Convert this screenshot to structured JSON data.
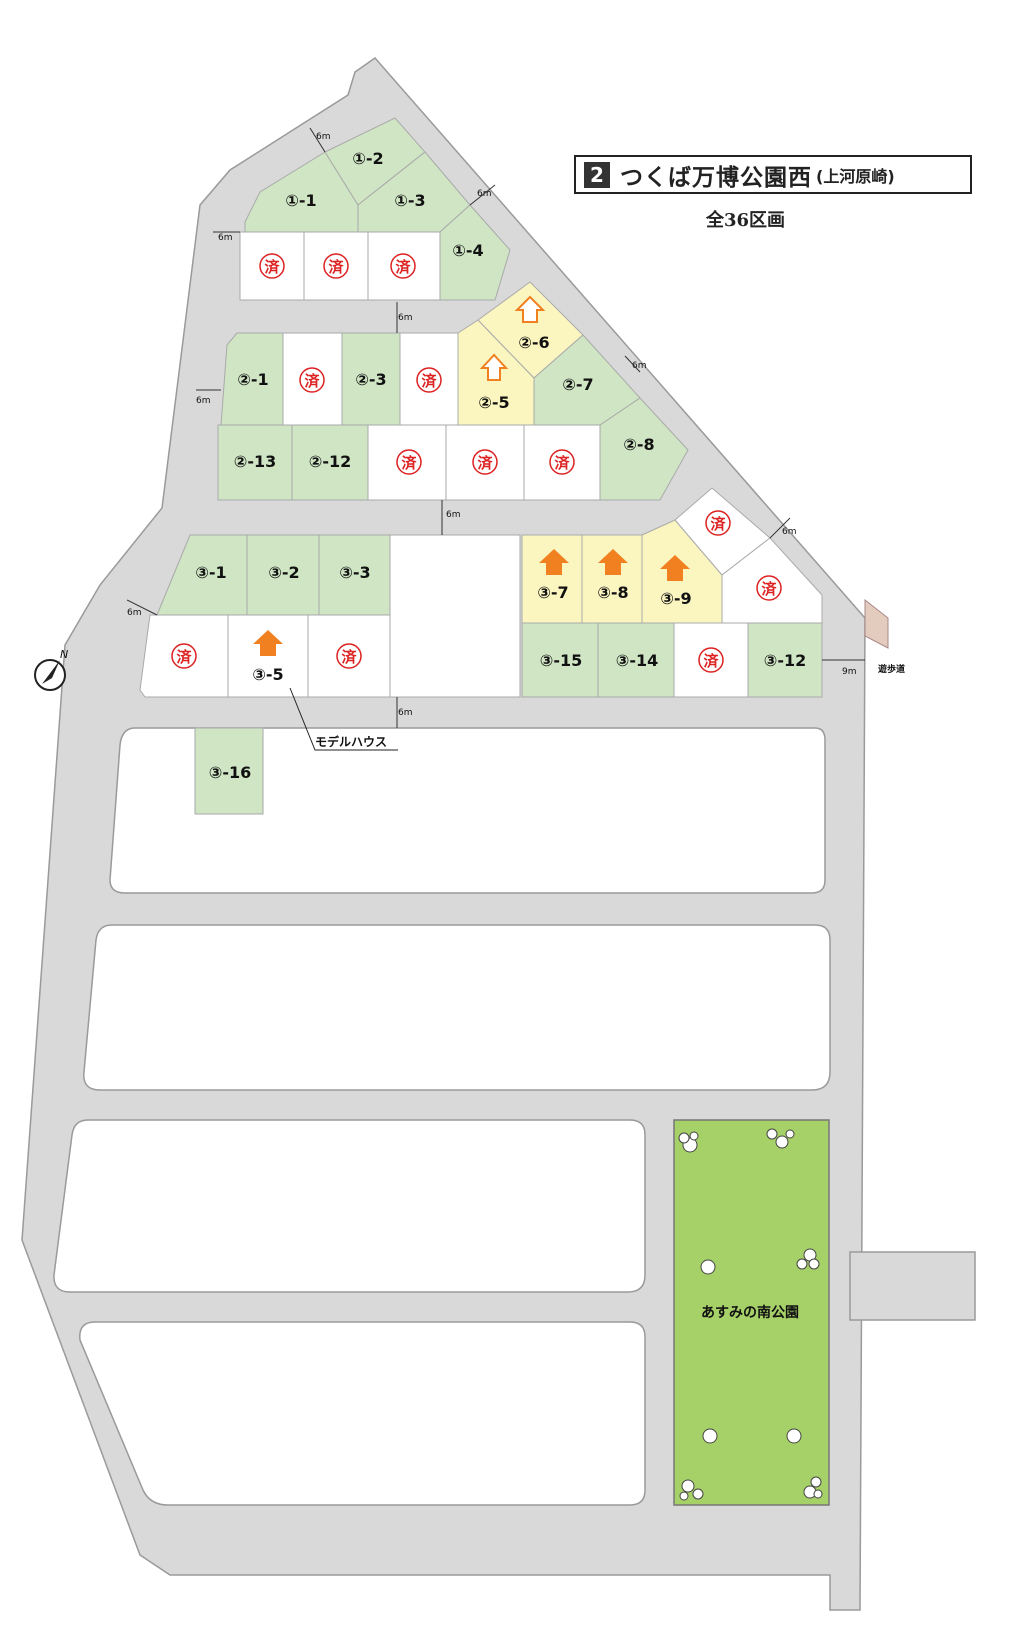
{
  "title": {
    "number": "2",
    "main": "つくば万博公園西",
    "sub": "(上河原崎)"
  },
  "total_lots": "全36区画",
  "sold_mark": "済",
  "model_house_label": "モデルハウス",
  "park_label": "あすみの南公園",
  "promenade_label": "遊歩道",
  "north_label": "N",
  "road_widths": [
    "6m",
    "6m",
    "6m",
    "6m",
    "6m",
    "6m",
    "6m",
    "6m",
    "6m",
    "9m"
  ],
  "colors": {
    "available": "#cfe5c4",
    "negotiating": "#fbf5c0",
    "sold": "#ffffff",
    "road": "#d9d9d9",
    "park": "#a6d068",
    "accent": "#f08020"
  },
  "lots": [
    {
      "label": "①-1",
      "status": "available"
    },
    {
      "label": "①-2",
      "status": "available"
    },
    {
      "label": "①-3",
      "status": "available"
    },
    {
      "label": "①-4",
      "status": "available"
    },
    {
      "label": "",
      "status": "sold"
    },
    {
      "label": "",
      "status": "sold"
    },
    {
      "label": "",
      "status": "sold"
    },
    {
      "label": "②-1",
      "status": "available"
    },
    {
      "label": "",
      "status": "sold"
    },
    {
      "label": "②-3",
      "status": "available"
    },
    {
      "label": "",
      "status": "sold"
    },
    {
      "label": "②-5",
      "status": "negotiating"
    },
    {
      "label": "②-6",
      "status": "negotiating"
    },
    {
      "label": "②-7",
      "status": "available"
    },
    {
      "label": "②-8",
      "status": "available"
    },
    {
      "label": "②-13",
      "status": "available"
    },
    {
      "label": "②-12",
      "status": "available"
    },
    {
      "label": "",
      "status": "sold"
    },
    {
      "label": "",
      "status": "sold"
    },
    {
      "label": "",
      "status": "sold"
    },
    {
      "label": "③-1",
      "status": "available"
    },
    {
      "label": "③-2",
      "status": "available"
    },
    {
      "label": "③-3",
      "status": "available"
    },
    {
      "label": "",
      "status": "sold"
    },
    {
      "label": "③-5",
      "status": "model"
    },
    {
      "label": "",
      "status": "sold"
    },
    {
      "label": "③-7",
      "status": "negotiating"
    },
    {
      "label": "③-8",
      "status": "negotiating"
    },
    {
      "label": "③-9",
      "status": "negotiating"
    },
    {
      "label": "",
      "status": "sold"
    },
    {
      "label": "",
      "status": "sold"
    },
    {
      "label": "③-15",
      "status": "available"
    },
    {
      "label": "③-14",
      "status": "available"
    },
    {
      "label": "",
      "status": "sold"
    },
    {
      "label": "③-12",
      "status": "available"
    },
    {
      "label": "③-16",
      "status": "available"
    }
  ]
}
